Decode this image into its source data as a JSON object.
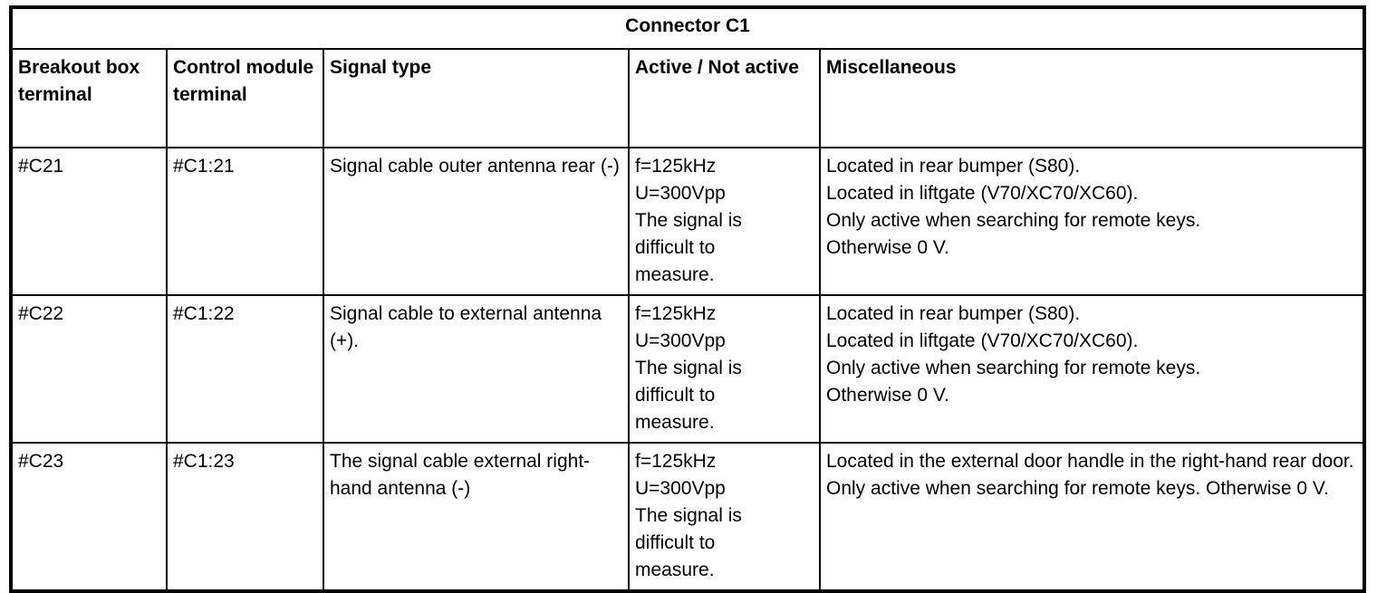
{
  "table": {
    "title": "Connector C1",
    "columns": [
      {
        "key": "breakout_box_terminal",
        "label": "Breakout box terminal"
      },
      {
        "key": "control_module_terminal",
        "label": "Control module terminal"
      },
      {
        "key": "signal_type",
        "label": "Signal type"
      },
      {
        "key": "active_not_active",
        "label": "Active / Not active"
      },
      {
        "key": "miscellaneous",
        "label": "Miscellaneous"
      }
    ],
    "rows": [
      {
        "breakout_box_terminal": "#C21",
        "control_module_terminal": "#C1:21",
        "signal_type": "Signal cable outer antenna rear (-)",
        "active_not_active_lines": [
          "f=125kHz",
          "U=300Vpp",
          "The signal is",
          "difficult to",
          "measure."
        ],
        "miscellaneous_lines": [
          "Located in rear bumper (S80).",
          "Located in liftgate (V70/XC70/XC60).",
          "Only active when searching for remote keys.",
          "Otherwise 0 V."
        ]
      },
      {
        "breakout_box_terminal": "#C22",
        "control_module_terminal": "#C1:22",
        "signal_type": "Signal cable to external antenna (+).",
        "active_not_active_lines": [
          "f=125kHz",
          "U=300Vpp",
          "The signal is",
          "difficult to",
          "measure."
        ],
        "miscellaneous_lines": [
          "Located in rear bumper (S80).",
          "Located in liftgate (V70/XC70/XC60).",
          "Only active when searching for remote keys.",
          "Otherwise 0 V."
        ]
      },
      {
        "breakout_box_terminal": "#C23",
        "control_module_terminal": "#C1:23",
        "signal_type": "The signal cable external right-hand antenna (-)",
        "active_not_active_lines": [
          "f=125kHz",
          "U=300Vpp",
          "The signal is",
          "difficult to",
          "measure."
        ],
        "miscellaneous_lines": [
          "Located in the external door handle in the right-hand rear door. Only active when searching for remote keys. Otherwise 0 V."
        ]
      }
    ]
  },
  "colors": {
    "border": "#000000",
    "background": "#ffffff",
    "text": "#000000"
  }
}
